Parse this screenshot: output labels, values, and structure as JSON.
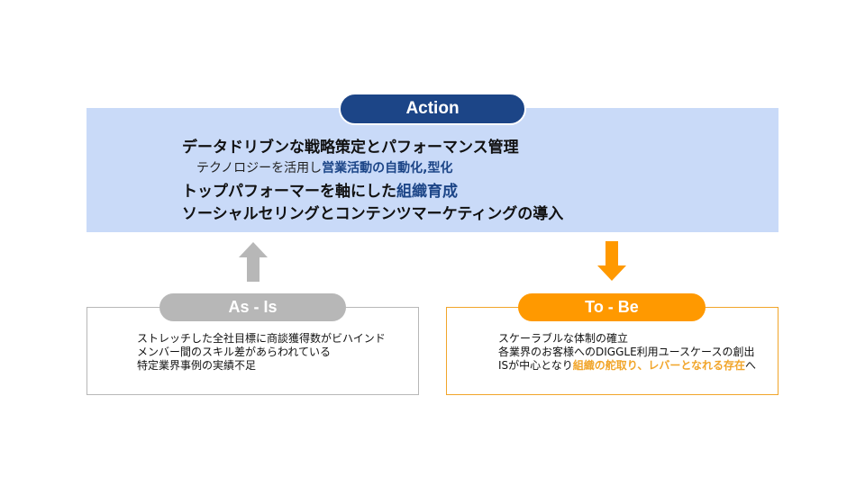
{
  "action": {
    "label": "Action",
    "line1": "データドリブンな戦略策定とパフォーマンス管理",
    "line2_prefix": "テクノロジーを活用し",
    "line2_highlight": "営業活動の自動化,型化",
    "line3_prefix": "トップパフォーマーを軸にした",
    "line3_highlight": "組織育成",
    "line4": "ソーシャルセリングとコンテンツマーケティングの導入"
  },
  "as_is": {
    "label": "As - Is",
    "items": [
      "ストレッチした全社目標に商談獲得数がビハインド",
      "メンバー間のスキル差があらわれている",
      "特定業界事例の実績不足"
    ]
  },
  "to_be": {
    "label": "To - Be",
    "item1": "スケーラブルな体制の確立",
    "item2": "各業界のお客様へのDIGGLE利用ユースケースの創出",
    "item3_prefix": "ISが中心となり",
    "item3_highlight": "組織の舵取り、レバーとなれる存在",
    "item3_suffix": "へ"
  },
  "colors": {
    "action_band": "#c9daf8",
    "action_pill": "#1c4587",
    "as_is_gray": "#b7b7b7",
    "to_be_orange": "#ff9900",
    "highlight_orange": "#f1a52a"
  }
}
